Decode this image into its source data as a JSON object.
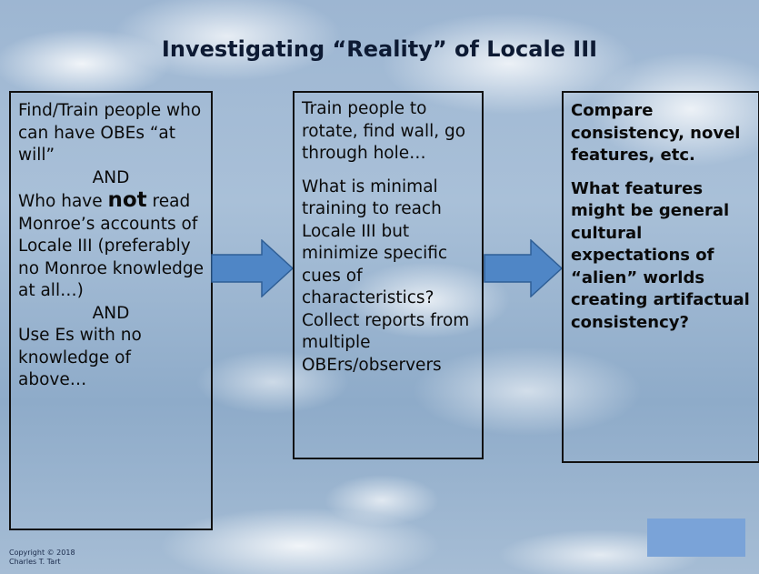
{
  "slide": {
    "title": "Investigating “Reality” of Locale III",
    "box1": {
      "line1": "Find/Train people who can have OBEs “at will”",
      "and1": "AND",
      "who_have": "Who have ",
      "not": "not",
      "line2": " read Monroe’s accounts of Locale III (preferably no Monroe knowledge at all…)",
      "and2": "AND",
      "line3": "Use Es with no knowledge of above…"
    },
    "box2": {
      "para1": "Train people to rotate, find wall, go through hole…",
      "para2": "What is minimal training to reach Locale III but minimize specific cues of characteristics? Collect reports from multiple OBErs/observers"
    },
    "box3": {
      "para1": "Compare consistency, novel features, etc.",
      "para2": "What features might be general cultural expectations of “alien” worlds creating artifactual consistency?"
    },
    "copyright": {
      "line1": "Copyright © 2018",
      "line2": "Charles T. Tart"
    },
    "colors": {
      "arrow_fill": "#4f86c6",
      "arrow_stroke": "#2f5f96",
      "corner_rect": "#7aa3d8"
    },
    "icons": [
      "right-arrow-icon",
      "right-arrow-icon"
    ]
  }
}
